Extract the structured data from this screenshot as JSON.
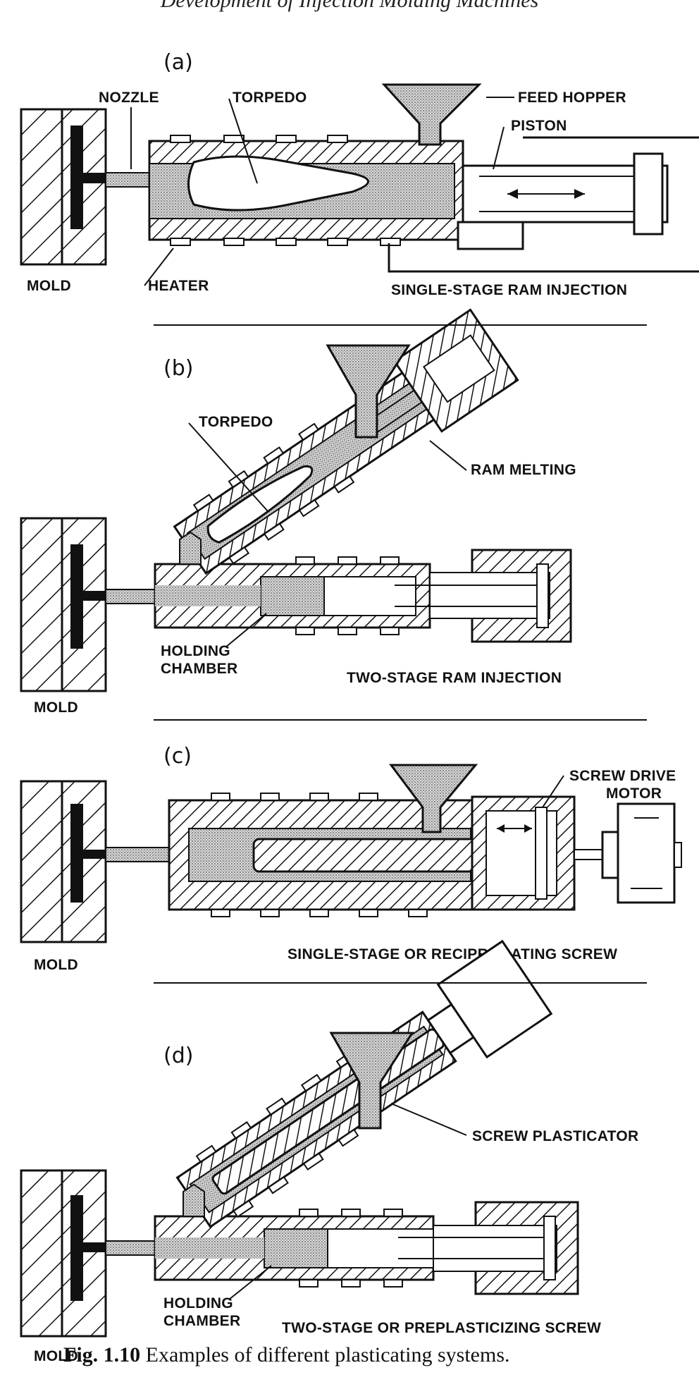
{
  "header_cut": "Development of Injection Molding Machines",
  "panels": [
    {
      "id": "a",
      "label": "(a)",
      "title": "SINGLE-STAGE RAM INJECTION",
      "callouts": {
        "nozzle": "NOZZLE",
        "torpedo": "TORPEDO",
        "feed_hopper": "FEED HOPPER",
        "piston": "PISTON",
        "heater": "HEATER",
        "mold": "MOLD"
      }
    },
    {
      "id": "b",
      "label": "(b)",
      "title": "TWO-STAGE RAM INJECTION",
      "callouts": {
        "torpedo": "TORPEDO",
        "ram_melting": "RAM MELTING",
        "holding_line1": "HOLDING",
        "holding_line2": "CHAMBER",
        "mold": "MOLD"
      }
    },
    {
      "id": "c",
      "label": "(c)",
      "title": "SINGLE-STAGE OR RECIPROCATING SCREW",
      "callouts": {
        "screw_drive_line1": "SCREW DRIVE",
        "screw_drive_line2": "MOTOR",
        "mold": "MOLD"
      }
    },
    {
      "id": "d",
      "label": "(d)",
      "title": "TWO-STAGE OR PREPLASTICIZING SCREW",
      "callouts": {
        "screw_plasticator": "SCREW PLASTICATOR",
        "holding_line1": "HOLDING",
        "holding_line2": "CHAMBER",
        "mold": "MOLD"
      }
    }
  ],
  "caption": {
    "number": "Fig. 1.10",
    "text": "Examples of different plasticating systems."
  }
}
